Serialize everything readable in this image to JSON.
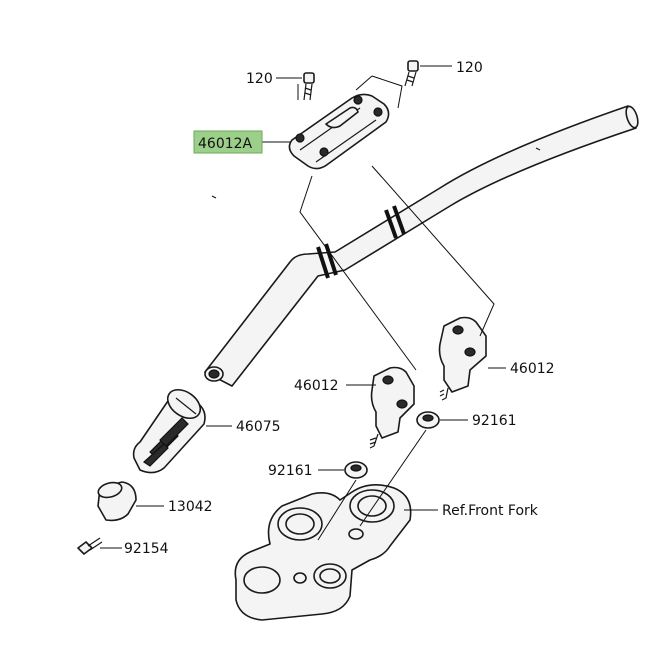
{
  "labels": {
    "bolt_left": "120",
    "bolt_right": "120",
    "clamp": "46012A",
    "holder_right": "46012",
    "holder_left": "46012",
    "grip": "46075",
    "washer_right": "92161",
    "washer_left": "92161",
    "weight": "13042",
    "screw": "92154",
    "ref_fork": "Ref.Front Fork"
  },
  "colors": {
    "highlight": "#9cd08a",
    "line": "#111111",
    "part_fill": "#f4f4f4"
  }
}
